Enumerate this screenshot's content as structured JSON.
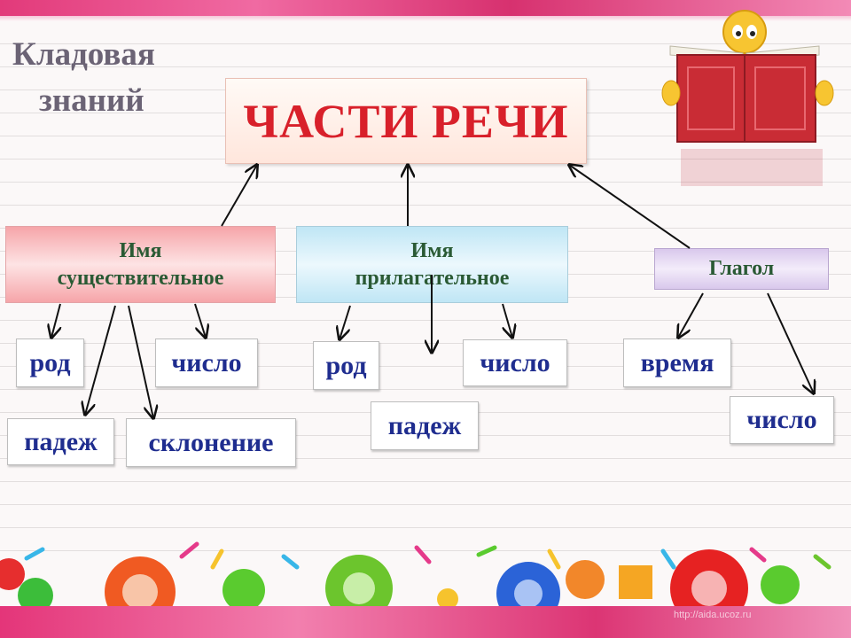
{
  "header": {
    "brand_line1": "Кладовая",
    "brand_line2": "знаний"
  },
  "diagram": {
    "title": "ЧАСТИ РЕЧИ",
    "categories": {
      "noun": {
        "line1": "Имя",
        "line2": "существительное"
      },
      "adjective": {
        "line1": "Имя",
        "line2": "прилагательное"
      },
      "verb": {
        "line1": "Глагол"
      }
    },
    "noun_features": [
      "род",
      "число",
      "падеж",
      "склонение"
    ],
    "adjective_features": [
      "род",
      "число",
      "падеж"
    ],
    "verb_features": [
      "время",
      "число"
    ]
  },
  "footer": {
    "watermark": "http://aida.ucoz.ru"
  },
  "colors": {
    "title_text": "#d8202a",
    "category_text": "#2a5a34",
    "feature_text": "#1f2d8f",
    "brand_text": "#6b6375",
    "accent_pink": "#e23a7a"
  }
}
